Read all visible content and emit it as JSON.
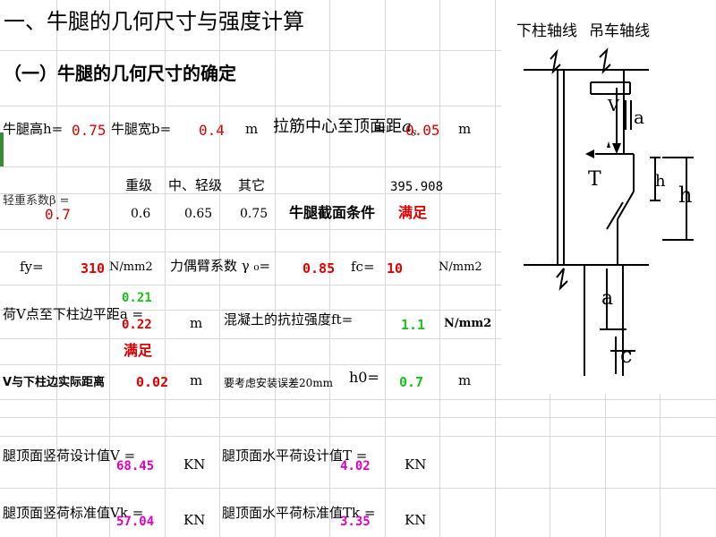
{
  "title": "一、牛腿的几何尺寸与强度计算",
  "section1": "（一）牛腿的几何尺寸的确定",
  "row1": {
    "h_label": "牛腿高h=",
    "h_value": "0.75",
    "b_label": "牛腿宽b=",
    "b_value": "0.4",
    "b_unit": "m",
    "as_label": "拉筋中心至顶面距",
    "as_symbol": "as",
    "as_eq": "=",
    "as_value": "0.05",
    "as_unit": "m"
  },
  "row2": {
    "grade_heavy": "重级",
    "grade_mid": "中、轻级",
    "grade_other": "其它",
    "ftk": "395.908",
    "beta_label": "轻重系数β =",
    "beta_value": "0.7",
    "beta_heavy": "0.6",
    "beta_mid": "0.65",
    "beta_other": "0.75",
    "section_cond": "牛腿截面条件",
    "section_result": "满足"
  },
  "row3": {
    "fy_label": "fy=",
    "fy_value": "310",
    "fy_unit": "N/mm2",
    "gamma_label": "力偶臂系数 γ ₀=",
    "gamma_value": "0.85",
    "fc_label": "fc=",
    "fc_value": "10",
    "fc_unit": "N/mm2"
  },
  "row4": {
    "a_label": "荷V点至下柱边平距a =",
    "a_value_top": "0.21",
    "a_value": "0.22",
    "a_unit": "m",
    "ft_label": "混凝土的抗拉强度ft=",
    "ft_value": "1.1",
    "ft_unit": "N/mm2",
    "a_result": "满足"
  },
  "row5": {
    "v_dist_label": "V与下柱边实际距离",
    "v_dist_value": "0.02",
    "v_dist_unit": "m",
    "note": "要考虑安装误差20mm",
    "h0_label": "h0=",
    "h0_value": "0.7",
    "h0_unit": "m"
  },
  "row6": {
    "V_label": "腿顶面竖荷设计值V =",
    "V_value": "68.45",
    "V_unit": "KN",
    "T_label": "腿顶面水平荷设计值T =",
    "T_value": "4.02",
    "T_unit": "KN"
  },
  "row7": {
    "Vk_label": "腿顶面竖荷标准值Vk =",
    "Vk_value": "57.04",
    "Vk_unit": "KN",
    "Tk_label": "腿顶面水平荷标准值Tk =",
    "Tk_value": "3.35",
    "Tk_unit": "KN"
  },
  "diagram": {
    "lower_column_axis": "下柱轴线",
    "crane_axis": "吊车轴线",
    "V": "V",
    "a_top": "a",
    "T": "T",
    "h_small": "h",
    "h_big": "h",
    "a_bottom": "a",
    "c": "c"
  }
}
